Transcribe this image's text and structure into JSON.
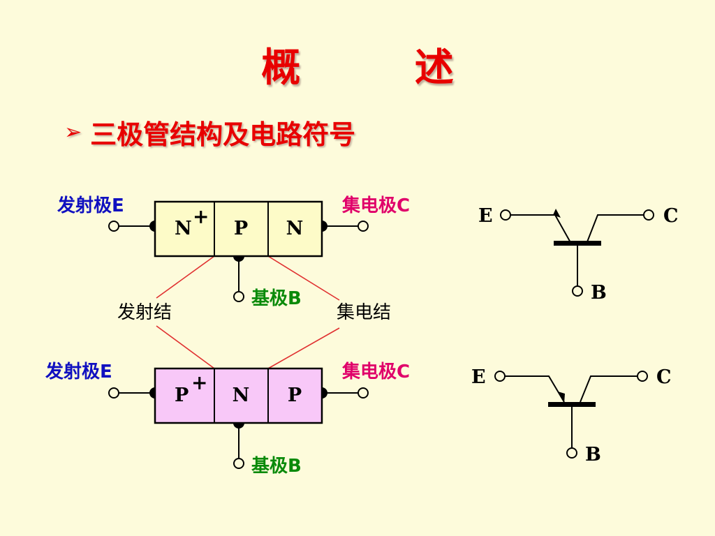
{
  "title": "概 述",
  "bullet": {
    "marker": "➢",
    "text": "三极管结构及电路符号"
  },
  "colors": {
    "background": "#fdfbdb",
    "title_red": "#e80000",
    "emitter_blue": "#1010c0",
    "collector_pink": "#e0006a",
    "base_green": "#0a8a0a",
    "junction_red": "#e03030",
    "npn_fill": "#fdfbc8",
    "pnp_fill": "#f8c8f8"
  },
  "npn": {
    "emitter_label": "发射极E",
    "collector_label": "集电极C",
    "base_label": "基极B",
    "regions": [
      "N",
      "P",
      "N"
    ],
    "emitter_sup": "+",
    "junction_emitter": "发射结",
    "junction_collector": "集电结"
  },
  "pnp": {
    "emitter_label": "发射极E",
    "collector_label": "集电极C",
    "base_label": "基极B",
    "regions": [
      "P",
      "N",
      "P"
    ],
    "emitter_sup": "+"
  },
  "symbols": {
    "npn": {
      "e": "E",
      "c": "C",
      "b": "B"
    },
    "pnp": {
      "e": "E",
      "c": "C",
      "b": "B"
    }
  }
}
